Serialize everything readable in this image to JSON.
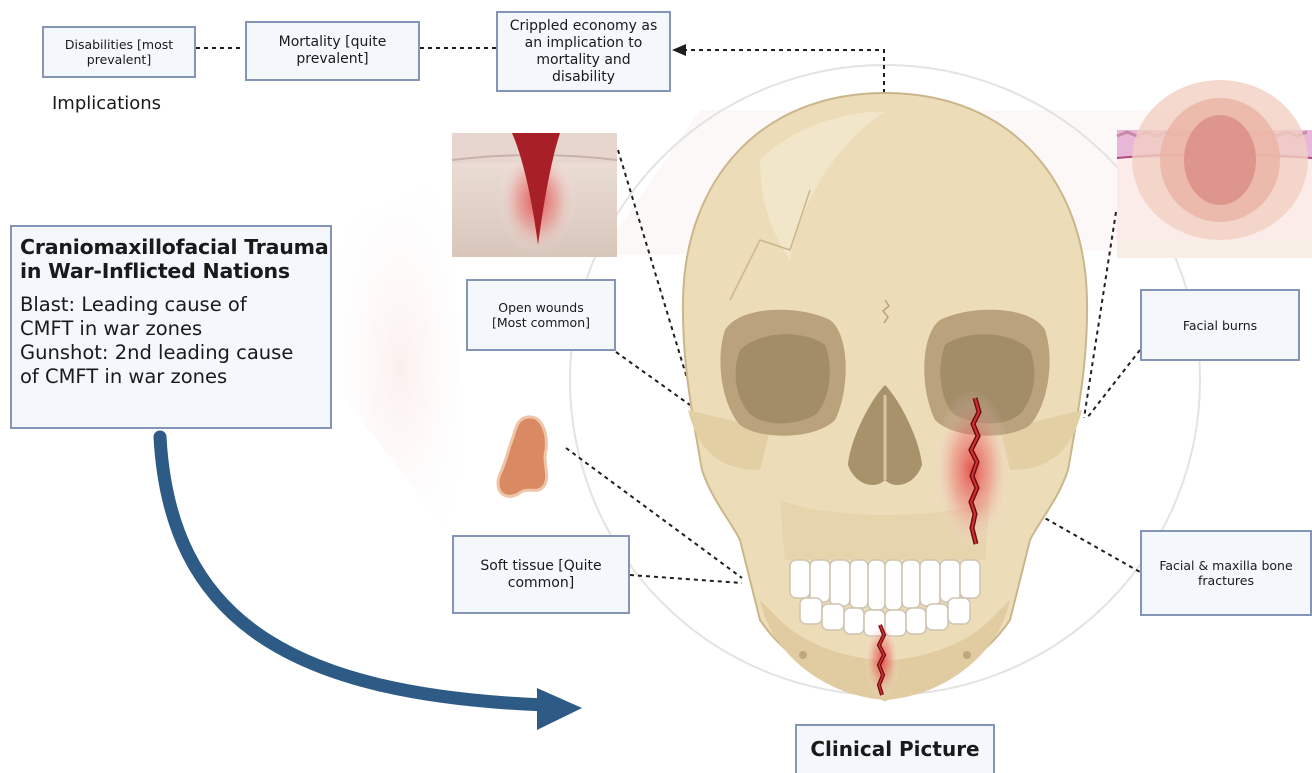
{
  "implications": {
    "heading": "Implications",
    "disabilities": "Disabilities [most prevalent]",
    "mortality": "Mortality [quite prevalent]",
    "economy": "Crippled economy as an implication to mortality and disability"
  },
  "title_box": {
    "title": "Craniomaxillofacial Trauma\nin War-Inflicted Nations",
    "body": "Blast: Leading cause of\nCMFT in war zones\nGunshot: 2nd leading cause\nof CMFT in war zones"
  },
  "clinical": {
    "heading": "Clinical Picture",
    "open_wounds": "Open wounds [Most common]",
    "soft_tissue": "Soft tissue [Quite common]",
    "facial_burns": "Facial burns",
    "fractures": "Facial & maxilla bone fractures"
  },
  "colors": {
    "box_border": "#8495b8",
    "box_fill": "#f4f7fc",
    "arrow": "#2e5b86",
    "bone": "#e9d9b6",
    "wound": "#b0262a"
  }
}
